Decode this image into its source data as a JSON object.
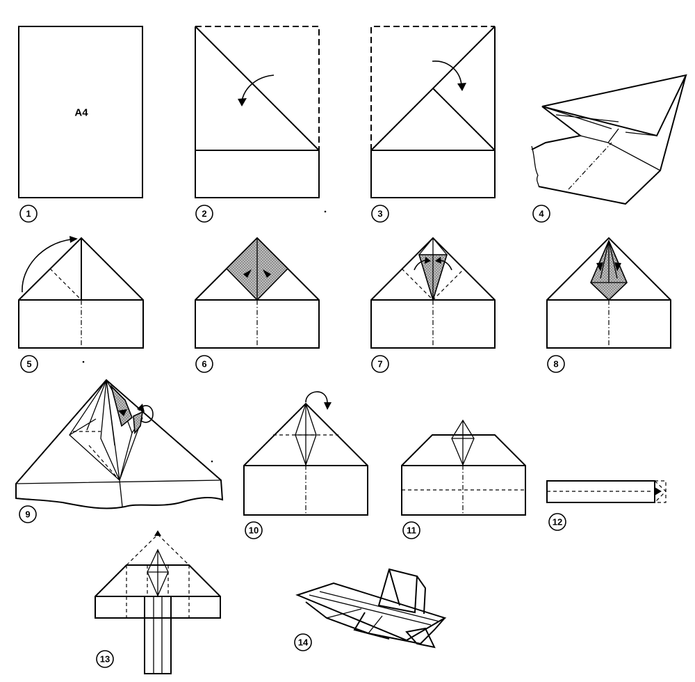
{
  "sheet_label": "A4",
  "steps": [
    "1",
    "2",
    "3",
    "4",
    "5",
    "6",
    "7",
    "8",
    "9",
    "10",
    "11",
    "12",
    "13",
    "14"
  ]
}
